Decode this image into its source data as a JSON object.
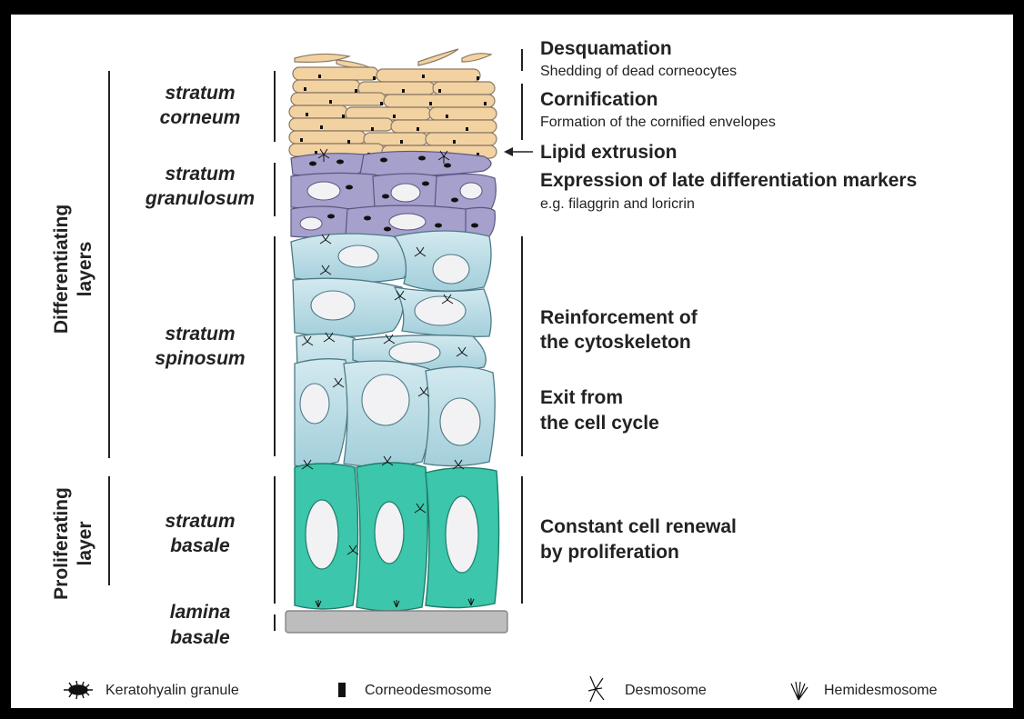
{
  "side_labels": {
    "differentiating": [
      "Differentiating",
      "layers"
    ],
    "proliferating": [
      "Proliferating",
      "layer"
    ]
  },
  "layers": {
    "corneum": [
      "stratum",
      "corneum"
    ],
    "granulosum": [
      "stratum",
      "granulosum"
    ],
    "spinosum": [
      "stratum",
      "spinosum"
    ],
    "basale": [
      "stratum",
      "basale"
    ],
    "lamina": [
      "lamina",
      "basale"
    ]
  },
  "processes": {
    "desquamation_title": "Desquamation",
    "desquamation_sub": "Shedding of dead corneocytes",
    "cornification_title": "Cornification",
    "cornification_sub": "Formation of the cornified envelopes",
    "lipid_extrusion": "Lipid extrusion",
    "late_markers_title": "Expression of late differentiation markers",
    "late_markers_sub": "e.g. filaggrin and loricrin",
    "cytoskeleton": [
      "Reinforcement of",
      "the cytoskeleton"
    ],
    "cell_cycle": [
      "Exit from",
      "the cell cycle"
    ],
    "renewal": [
      "Constant cell renewal",
      "by proliferation"
    ]
  },
  "legend": {
    "keratohyalin": "Keratohyalin granule",
    "corneodesmosome": "Corneodesmosome",
    "desmosome": "Desmosome",
    "hemidesmosome": "Hemidesmosome"
  },
  "colors": {
    "corneum": "#f3d2a2",
    "granulosum": "#a6a0cc",
    "spinosum_top": "#cfe6ec",
    "spinosum_bottom": "#a7d0dc",
    "basale": "#3cc6ac",
    "lamina": "#bdbdbd"
  }
}
